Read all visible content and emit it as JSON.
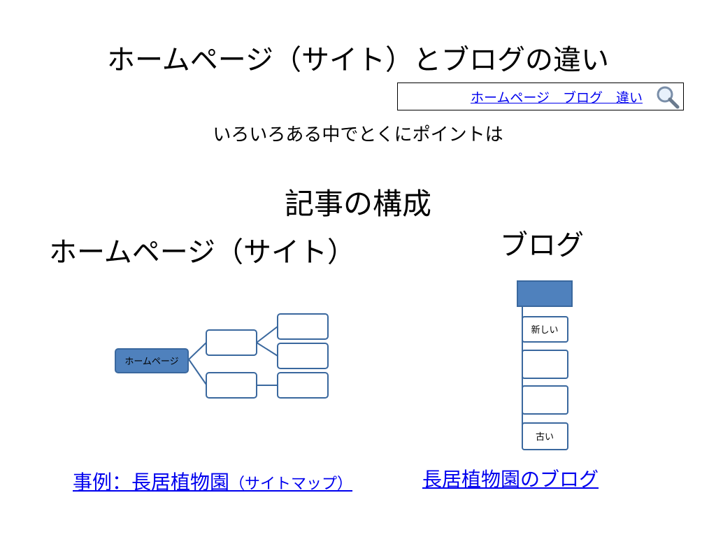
{
  "title": "ホームページ（サイト）とブログの違い",
  "search": {
    "query": "ホームページ　ブログ　違い"
  },
  "subtitle": "いろいろある中でとくにポイントは",
  "section_title": "記事の構成",
  "left": {
    "heading": "ホームページ（サイト）",
    "tree_root": "ホームページ",
    "link_main": "事例：長居植物園",
    "link_sub": "（サイトマップ）"
  },
  "right": {
    "heading": "ブログ",
    "post_new": "新しい",
    "post_old": "古い",
    "link": "長居植物園のブログ"
  },
  "colors": {
    "root_fill": "#4f81bd",
    "box_stroke": "#3a689e",
    "link": "#0000ee"
  }
}
